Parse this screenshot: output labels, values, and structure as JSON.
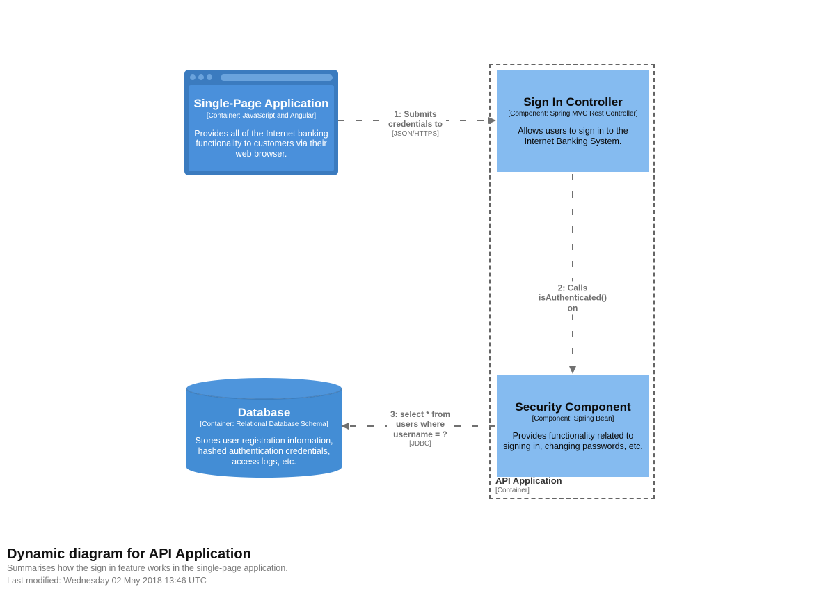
{
  "diagram": {
    "title": "Dynamic diagram for API Application",
    "subtitle": "Summarises how the sign in feature works in the single-page application.",
    "last_modified": "Last modified: Wednesday 02 May 2018 13:46 UTC"
  },
  "boundary": {
    "name": "API Application",
    "meta": "[Container]"
  },
  "elements": {
    "spa": {
      "name": "Single-Page Application",
      "meta": "[Container: JavaScript and Angular]",
      "description": "Provides all of the Internet banking functionality to customers via their web browser."
    },
    "sign_in_controller": {
      "name": "Sign In Controller",
      "meta": "[Component: Spring MVC Rest Controller]",
      "description": "Allows users to sign in to the Internet Banking System."
    },
    "security_component": {
      "name": "Security Component",
      "meta": "[Component: Spring Bean]",
      "description": "Provides functionality related to signing in, changing passwords, etc."
    },
    "database": {
      "name": "Database",
      "meta": "[Container: Relational Database Schema]",
      "description": "Stores user registration information, hashed authentication credentials, access logs, etc."
    }
  },
  "relationships": {
    "r1": {
      "l1": "1: Submits",
      "l2": "credentials to",
      "tech": "[JSON/HTTPS]"
    },
    "r2": {
      "l1": "2: Calls",
      "l2": "isAuthenticated()",
      "l3": "on"
    },
    "r3": {
      "l1": "3: select * from",
      "l2": "users where",
      "l3": "username = ?",
      "tech": "[JDBC]"
    }
  },
  "colors": {
    "container_fill": "#438dd5",
    "container_panel": "#4a90db",
    "browser_frame": "#3b7bbf",
    "browser_accent": "#6aa3dd",
    "cylinder_top": "#4e95dc",
    "component_fill": "#85bbf0",
    "component_text": "#0b0b0b",
    "element_text": "#ffffff",
    "relationship": "#707070",
    "boundary_line": "#646464",
    "boundary_text": "#333333",
    "boundary_meta": "#666666",
    "title_text": "#111111",
    "subtitle_text": "#7a7a7a",
    "canvas_bg": "#ffffff"
  }
}
